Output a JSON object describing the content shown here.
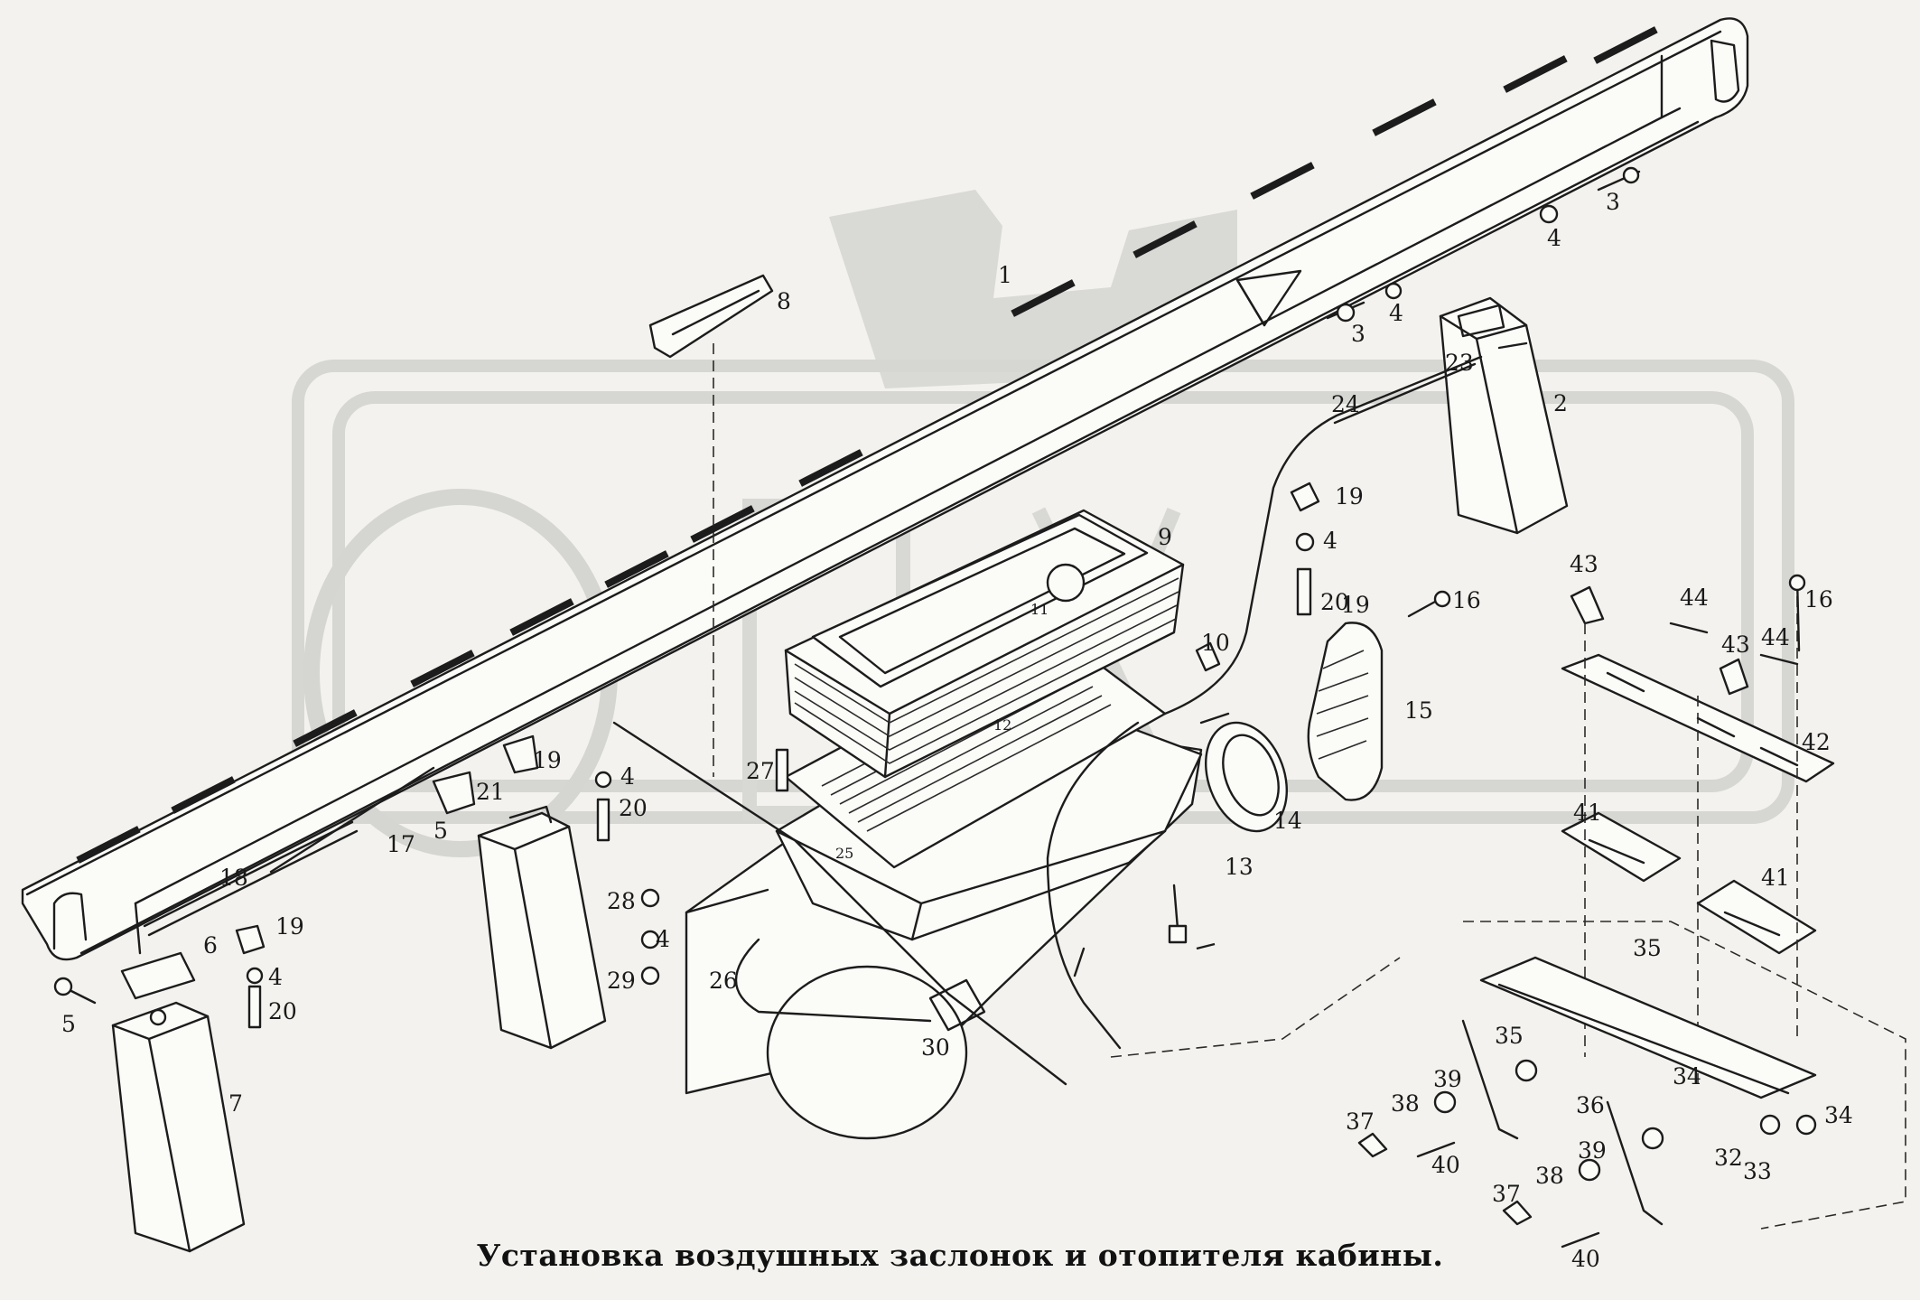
{
  "caption": "Установка воздушных заслонок и отопителя кабины.",
  "labels": [
    {
      "id": "1",
      "text": "1"
    },
    {
      "id": "2",
      "text": "2"
    },
    {
      "id": "3a",
      "text": "3"
    },
    {
      "id": "3b",
      "text": "3"
    },
    {
      "id": "4a",
      "text": "4"
    },
    {
      "id": "4b",
      "text": "4"
    },
    {
      "id": "4c",
      "text": "4"
    },
    {
      "id": "4d",
      "text": "4"
    },
    {
      "id": "4e",
      "text": "4"
    },
    {
      "id": "4f",
      "text": "4"
    },
    {
      "id": "5a",
      "text": "5"
    },
    {
      "id": "5b",
      "text": "5"
    },
    {
      "id": "6",
      "text": "6"
    },
    {
      "id": "7",
      "text": "7"
    },
    {
      "id": "8",
      "text": "8"
    },
    {
      "id": "9",
      "text": "9"
    },
    {
      "id": "10",
      "text": "10"
    },
    {
      "id": "11",
      "text": "11"
    },
    {
      "id": "12",
      "text": "12"
    },
    {
      "id": "13",
      "text": "13"
    },
    {
      "id": "14",
      "text": "14"
    },
    {
      "id": "15",
      "text": "15"
    },
    {
      "id": "16a",
      "text": "16"
    },
    {
      "id": "16b",
      "text": "16"
    },
    {
      "id": "17",
      "text": "17"
    },
    {
      "id": "18",
      "text": "18"
    },
    {
      "id": "19a",
      "text": "19"
    },
    {
      "id": "19b",
      "text": "19"
    },
    {
      "id": "19c",
      "text": "19"
    },
    {
      "id": "19d",
      "text": "19"
    },
    {
      "id": "20a",
      "text": "20"
    },
    {
      "id": "20b",
      "text": "20"
    },
    {
      "id": "20c",
      "text": "20"
    },
    {
      "id": "21",
      "text": "21"
    },
    {
      "id": "23",
      "text": "23"
    },
    {
      "id": "24",
      "text": "24"
    },
    {
      "id": "25",
      "text": "25"
    },
    {
      "id": "26",
      "text": "26"
    },
    {
      "id": "27",
      "text": "27"
    },
    {
      "id": "28",
      "text": "28"
    },
    {
      "id": "29",
      "text": "29"
    },
    {
      "id": "30",
      "text": "30"
    },
    {
      "id": "32",
      "text": "32"
    },
    {
      "id": "33",
      "text": "33"
    },
    {
      "id": "34a",
      "text": "34"
    },
    {
      "id": "34b",
      "text": "34"
    },
    {
      "id": "35a",
      "text": "35"
    },
    {
      "id": "35b",
      "text": "35"
    },
    {
      "id": "36",
      "text": "36"
    },
    {
      "id": "37a",
      "text": "37"
    },
    {
      "id": "37b",
      "text": "37"
    },
    {
      "id": "38a",
      "text": "38"
    },
    {
      "id": "38b",
      "text": "38"
    },
    {
      "id": "39a",
      "text": "39"
    },
    {
      "id": "39b",
      "text": "39"
    },
    {
      "id": "40a",
      "text": "40"
    },
    {
      "id": "40b",
      "text": "40"
    },
    {
      "id": "41a",
      "text": "41"
    },
    {
      "id": "41b",
      "text": "41"
    },
    {
      "id": "42",
      "text": "42"
    },
    {
      "id": "43a",
      "text": "43"
    },
    {
      "id": "43b",
      "text": "43"
    },
    {
      "id": "44a",
      "text": "44"
    },
    {
      "id": "44b",
      "text": "44"
    }
  ]
}
